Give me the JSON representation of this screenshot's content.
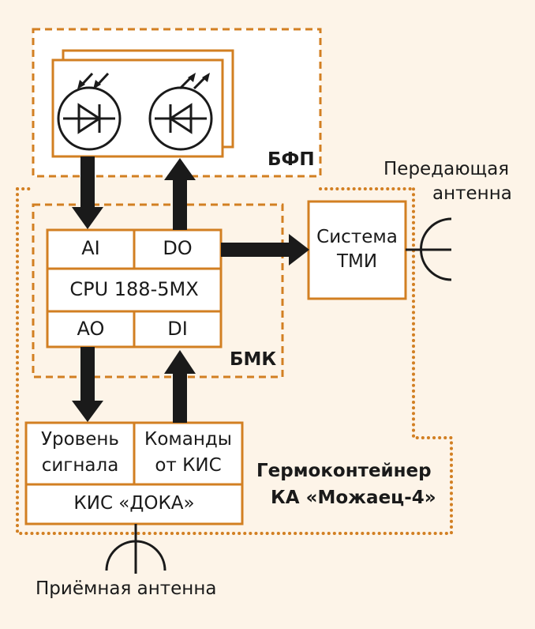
{
  "colors": {
    "background": "#fdf4e8",
    "box_fill": "#ffffff",
    "border": "#d27f22",
    "arrow": "#1a1a1a",
    "text": "#1a1a1a"
  },
  "bfp": {
    "label": "БФП",
    "icons": [
      "photodiode-icon",
      "led-icon"
    ]
  },
  "bmk": {
    "label": "БМК",
    "ai": "AI",
    "do": "DO",
    "cpu": "CPU 188-5MX",
    "ao": "AO",
    "di": "DI"
  },
  "tmi": {
    "line1": "Система",
    "line2": "ТМИ"
  },
  "tx_antenna": {
    "line1": "Передающая",
    "line2": "антенна"
  },
  "kis": {
    "level_line1": "Уровень",
    "level_line2": "сигнала",
    "commands_line1": "Команды",
    "commands_line2": "от КИС",
    "name": "КИС «ДОКА»"
  },
  "container": {
    "line1": "Гермоконтейнер",
    "line2": "КА «Можаец-4»"
  },
  "rx_antenna": {
    "label": "Приёмная антенна"
  }
}
